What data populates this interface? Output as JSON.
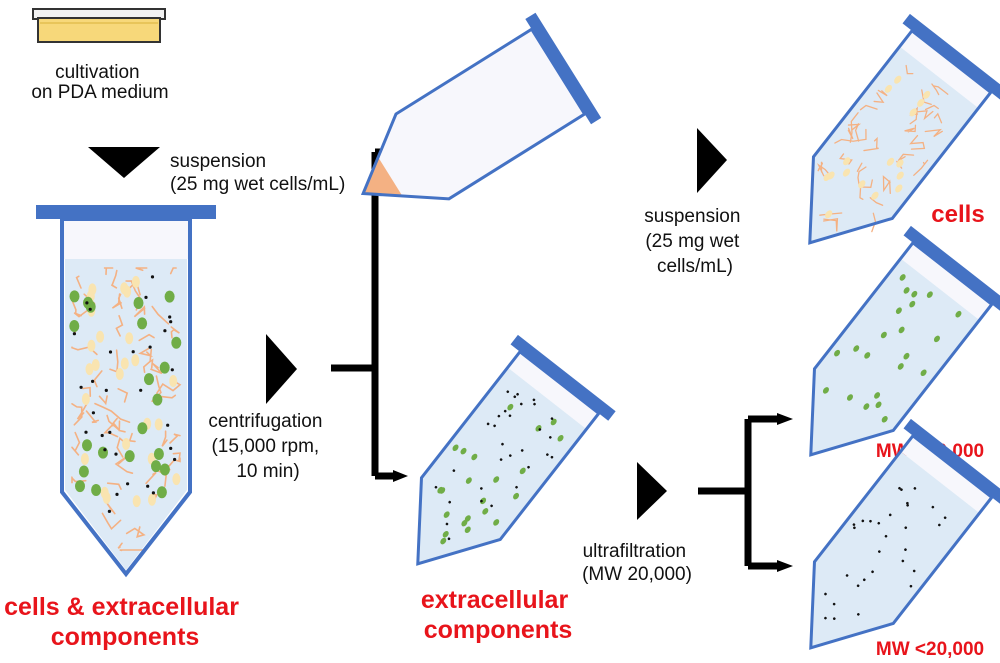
{
  "steps": {
    "cultivation": {
      "line1": "cultivation",
      "line2": "on PDA medium"
    },
    "suspension_1": {
      "line1": "suspension",
      "line2": "(25 mg wet cells/mL)"
    },
    "centrifugation": {
      "line1": "centrifugation",
      "line2": "(15,000 rpm,",
      "line3": "10 min)"
    },
    "suspension_2": {
      "line1": "suspension",
      "line2": "(25 mg wet",
      "line3": "cells/mL)"
    },
    "ultrafiltration": {
      "line1": "ultrafiltration",
      "line2": "(MW 20,000)"
    }
  },
  "products": {
    "mixture": {
      "line1": "cells & extracellular",
      "line2": "components"
    },
    "extracellular": {
      "line1": "extracellular",
      "line2": "components"
    },
    "cells": "cells",
    "high_mw": "MW >20,000",
    "low_mw": "MW <20,000"
  },
  "colors": {
    "tube_outline": "#4472c4",
    "tube_cap": "#4472c4",
    "liquid": "#ddeaf6",
    "pellet": "#f4b183",
    "hyphae": "#f4b183",
    "spore": "#f9e4b0",
    "particle_green": "#70ad47",
    "particle_black": "#111111",
    "label_red": "#e8141b",
    "dish_medium": "#f7d87a"
  }
}
